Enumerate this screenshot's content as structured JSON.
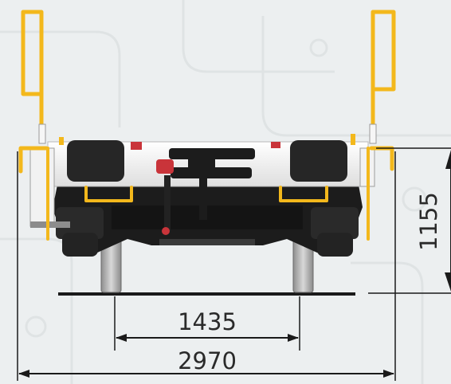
{
  "dimensions": {
    "track_gauge": "1435",
    "overall_width": "2970",
    "height_above_rail": "1155"
  },
  "colors": {
    "background": "#eceff0",
    "safety_yellow": "#f3b81c",
    "body_white": "#f6f6f6",
    "bumper_black": "#262626",
    "chassis_dark": "#1c1c1c",
    "dimension_line": "#1a1a1a",
    "accent_red": "#c9343a"
  }
}
